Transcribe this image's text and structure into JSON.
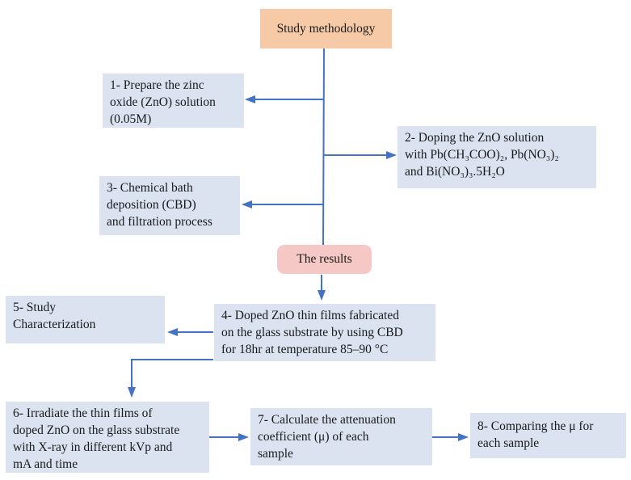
{
  "colors": {
    "arrow": "#4472c4",
    "process_bg": "#dbe3f1",
    "title_bg": "#f6caa7",
    "results_bg": "#f5c8c6",
    "text": "#1a1a1a"
  },
  "title_box": {
    "label": "Study methodology"
  },
  "results_box": {
    "label": "The results"
  },
  "boxes": {
    "box1": {
      "lines": [
        "1- Prepare the zinc",
        "oxide (ZnO) solution",
        "(0.05M)"
      ]
    },
    "box2": {
      "lines": [
        "2- Doping the ZnO solution",
        "with Pb(CH₃COO)₂, Pb(NO₃)₂",
        "and Bi(NO₃)₃.5H₂O"
      ]
    },
    "box3": {
      "lines": [
        "3- Chemical bath",
        "deposition (CBD)",
        "and filtration process"
      ]
    },
    "box4": {
      "lines": [
        "4- Doped ZnO thin films fabricated",
        "on the glass substrate by using CBD",
        "for 18hr at temperature 85–90 °C"
      ]
    },
    "box5": {
      "lines": [
        "5- Study",
        "Characterization"
      ]
    },
    "box6": {
      "lines": [
        "6- Irradiate the thin films of",
        "doped ZnO on the glass substrate",
        "with X-ray in different kVp and",
        "mA and time"
      ]
    },
    "box7": {
      "lines": [
        "7- Calculate the attenuation",
        "coefficient (μ) of each",
        "sample"
      ]
    },
    "box8": {
      "lines": [
        "8- Comparing the μ for",
        "each sample"
      ]
    }
  }
}
